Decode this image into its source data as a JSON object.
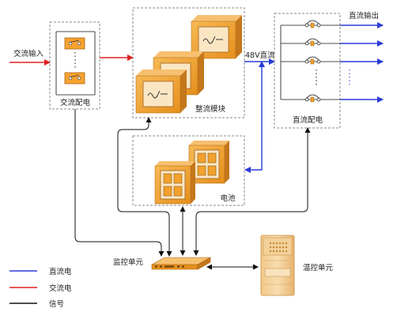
{
  "labels": {
    "ac_input": "交流输入",
    "ac_distribution": "交流配电",
    "rectifier_module": "整流模块",
    "dc_48v": "48V直流",
    "dc_distribution": "直流配电",
    "dc_output": "直流输出",
    "battery": "电池",
    "monitoring_unit": "监控单元",
    "temp_control_unit": "温控单元"
  },
  "legend": [
    {
      "label": "直流电",
      "color": "#2b3cd8"
    },
    {
      "label": "交流电",
      "color": "#e02020"
    },
    {
      "label": "信号",
      "color": "#111111"
    }
  ],
  "colors": {
    "dc_line": "#2b3cd8",
    "ac_line": "#e02020",
    "signal_line": "#111111",
    "module_orange": "#f2a12e",
    "module_dark": "#c4771b",
    "frame_dash": "#8a8a8a"
  },
  "icons": {
    "rectifier": "ac-dc-wave-icon",
    "battery": "battery-cells-icon",
    "switch": "breaker-switch-icon",
    "monitor": "monitoring-unit-icon",
    "thermal": "temperature-control-cabinet-icon"
  }
}
